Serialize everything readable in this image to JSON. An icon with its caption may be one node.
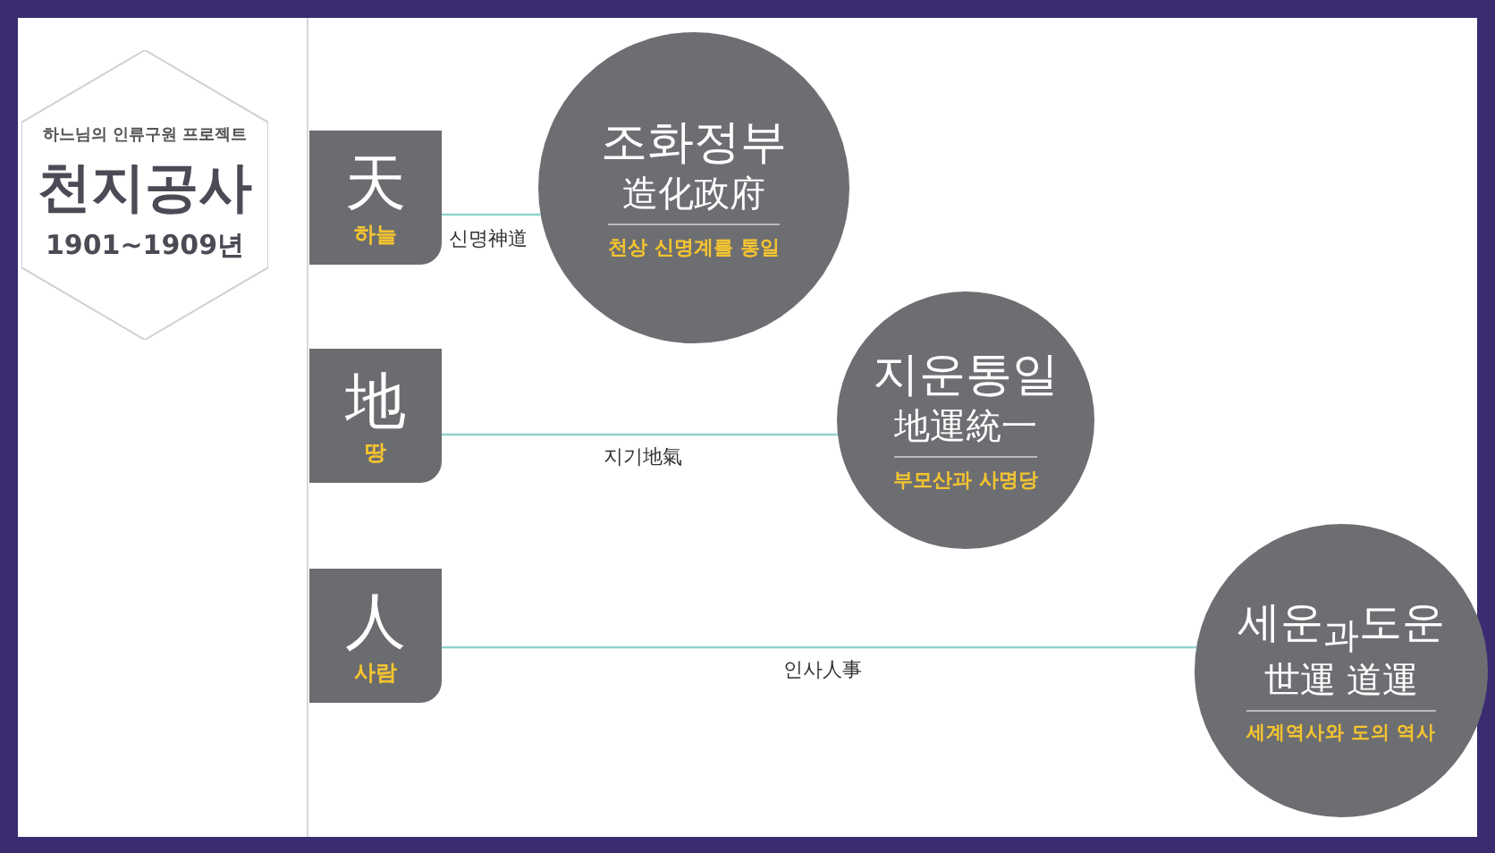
{
  "diagram": {
    "nodes": [
      {
        "text": [
          "하느님의 인류구원 프로젝트",
          "천지공사",
          "1901~1909년"
        ]
      },
      {
        "text": [
          "天",
          "하늘"
        ]
      },
      {
        "text": [
          "조화정부",
          "造化政府",
          "천상 신명계를 통일"
        ]
      },
      {
        "text": [
          "地",
          "땅"
        ]
      },
      {
        "text": [
          "지운통일",
          "地運統一",
          "부모산과 사명당"
        ]
      },
      {
        "text": [
          "人",
          "사람"
        ]
      },
      {
        "text": [
          "세운$_{과}$도운",
          "世運 道運",
          "세계역사와 도의 역사"
        ]
      }
    ],
    "edges": [
      {
        "from": 1,
        "to": 2,
        "arrow": "none",
        "label": "신명神道",
        "color": "#8fd3cc"
      },
      {
        "from": 3,
        "to": 4,
        "arrow": "none",
        "label": "지기地氣",
        "color": "#8fd3cc"
      },
      {
        "from": 5,
        "to": 6,
        "arrow": "none",
        "label": "인사人事",
        "color": "#8fd3cc"
      }
    ]
  }
}
